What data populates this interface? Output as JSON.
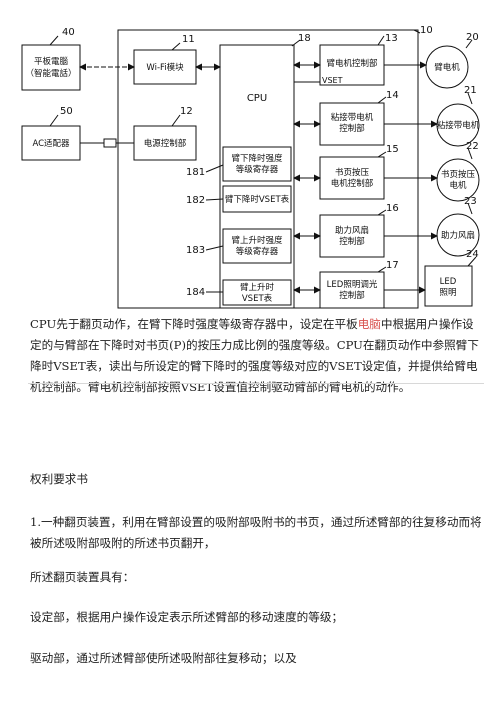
{
  "diagram": {
    "box_labels": {
      "tablet_l1": "平板電腦",
      "tablet_l2": "（智能電話）",
      "wifi": "Wi-Fi模块",
      "cpu": "CPU",
      "ac": "AC适配器",
      "power": "电源控制部",
      "arm_motor_ctrl": "臂电机控制部",
      "vset": "VSET",
      "adhesive_l1": "粘接带电机",
      "adhesive_l2": "控制部",
      "press_l1": "书页按压",
      "press_l2": "电机控制部",
      "fan_l1": "助力风扇",
      "fan_l2": "控制部",
      "led_ctrl_l1": "LED照明调光",
      "led_ctrl_l2": "控制部",
      "reg181_l1": "臂下降时强度",
      "reg181_l2": "等级寄存器",
      "table182": "臂下降时VSET表",
      "reg183_l1": "臂上升时强度",
      "reg183_l2": "等级寄存器",
      "table184_l1": "臂上升时",
      "table184_l2": "VSET表",
      "arm_motor": "臂电机",
      "adhesive_motor": "粘接带电机",
      "press_motor_l1": "书页按压",
      "press_motor_l2": "电机",
      "fan": "助力风扇",
      "led_l1": "LED",
      "led_l2": "照明"
    },
    "refs": {
      "r40": "40",
      "r11": "11",
      "r18": "18",
      "r13": "13",
      "r10": "10",
      "r20": "20",
      "r50": "50",
      "r12": "12",
      "r14": "14",
      "r21": "21",
      "r15": "15",
      "r22": "22",
      "r16": "16",
      "r23": "23",
      "r17": "17",
      "r24": "24",
      "r181": "181",
      "r182": "182",
      "r183": "183",
      "r184": "184"
    }
  },
  "description": {
    "part1": "CPU先于翻页动作，在臂下降时强度等级寄存器中，设定在平板",
    "highlight": "电脑",
    "part2": "中根据用户操作设定的与臂部在下降时对书页(P)的按压力成比例的强度等级。CPU在翻页动作中参照臂下降时VSET表，读出与所设定的臂下降时的强度等级对应的VSET设定值，并提供给臂电机控制部。臂电机控制部按照VSET设置值控制驱动臂部的臂电机的动作。"
  },
  "claims": {
    "heading": "权利要求书",
    "claim1": "1.一种翻页装置，利用在臂部设置的吸附部吸附书的书页，通过所述臂部的往复移动而将被所述吸附部吸附的所述书页翻开，",
    "lead": "所述翻页装置具有：",
    "item1": "设定部，根据用户操作设定表示所述臂部的移动速度的等级；",
    "item2": "驱动部，通过所述臂部使所述吸附部往复移动；以及"
  }
}
